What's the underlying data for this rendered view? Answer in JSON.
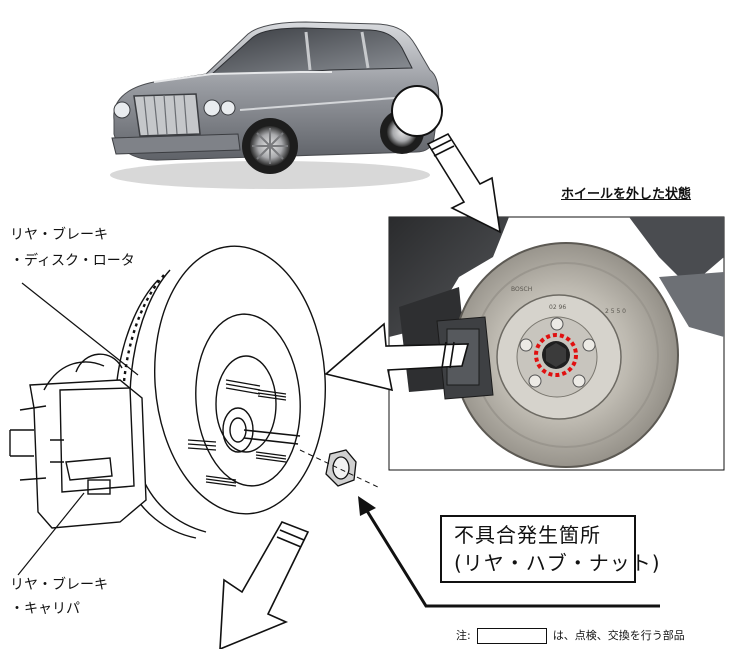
{
  "photo_caption": "ホイールを外した状態",
  "labels": {
    "rotor_line1": "リヤ・ブレーキ",
    "rotor_line2": "・ディスク・ロータ",
    "caliper_line1": "リヤ・ブレーキ",
    "caliper_line2": "・キャリパ"
  },
  "defect_callout": {
    "title": "不具合発生箇所",
    "subtitle": "(リヤ・ハブ・ナット)"
  },
  "note": {
    "prefix": "注:",
    "suffix": "は、点検、交換を行う部品"
  },
  "colors": {
    "arrow_fill": "#ffffff",
    "arrow_stroke": "#111111",
    "marker_ring": "#e01010",
    "car_body": "#9a9da3",
    "rotor_metal": "#b9b6ae"
  }
}
